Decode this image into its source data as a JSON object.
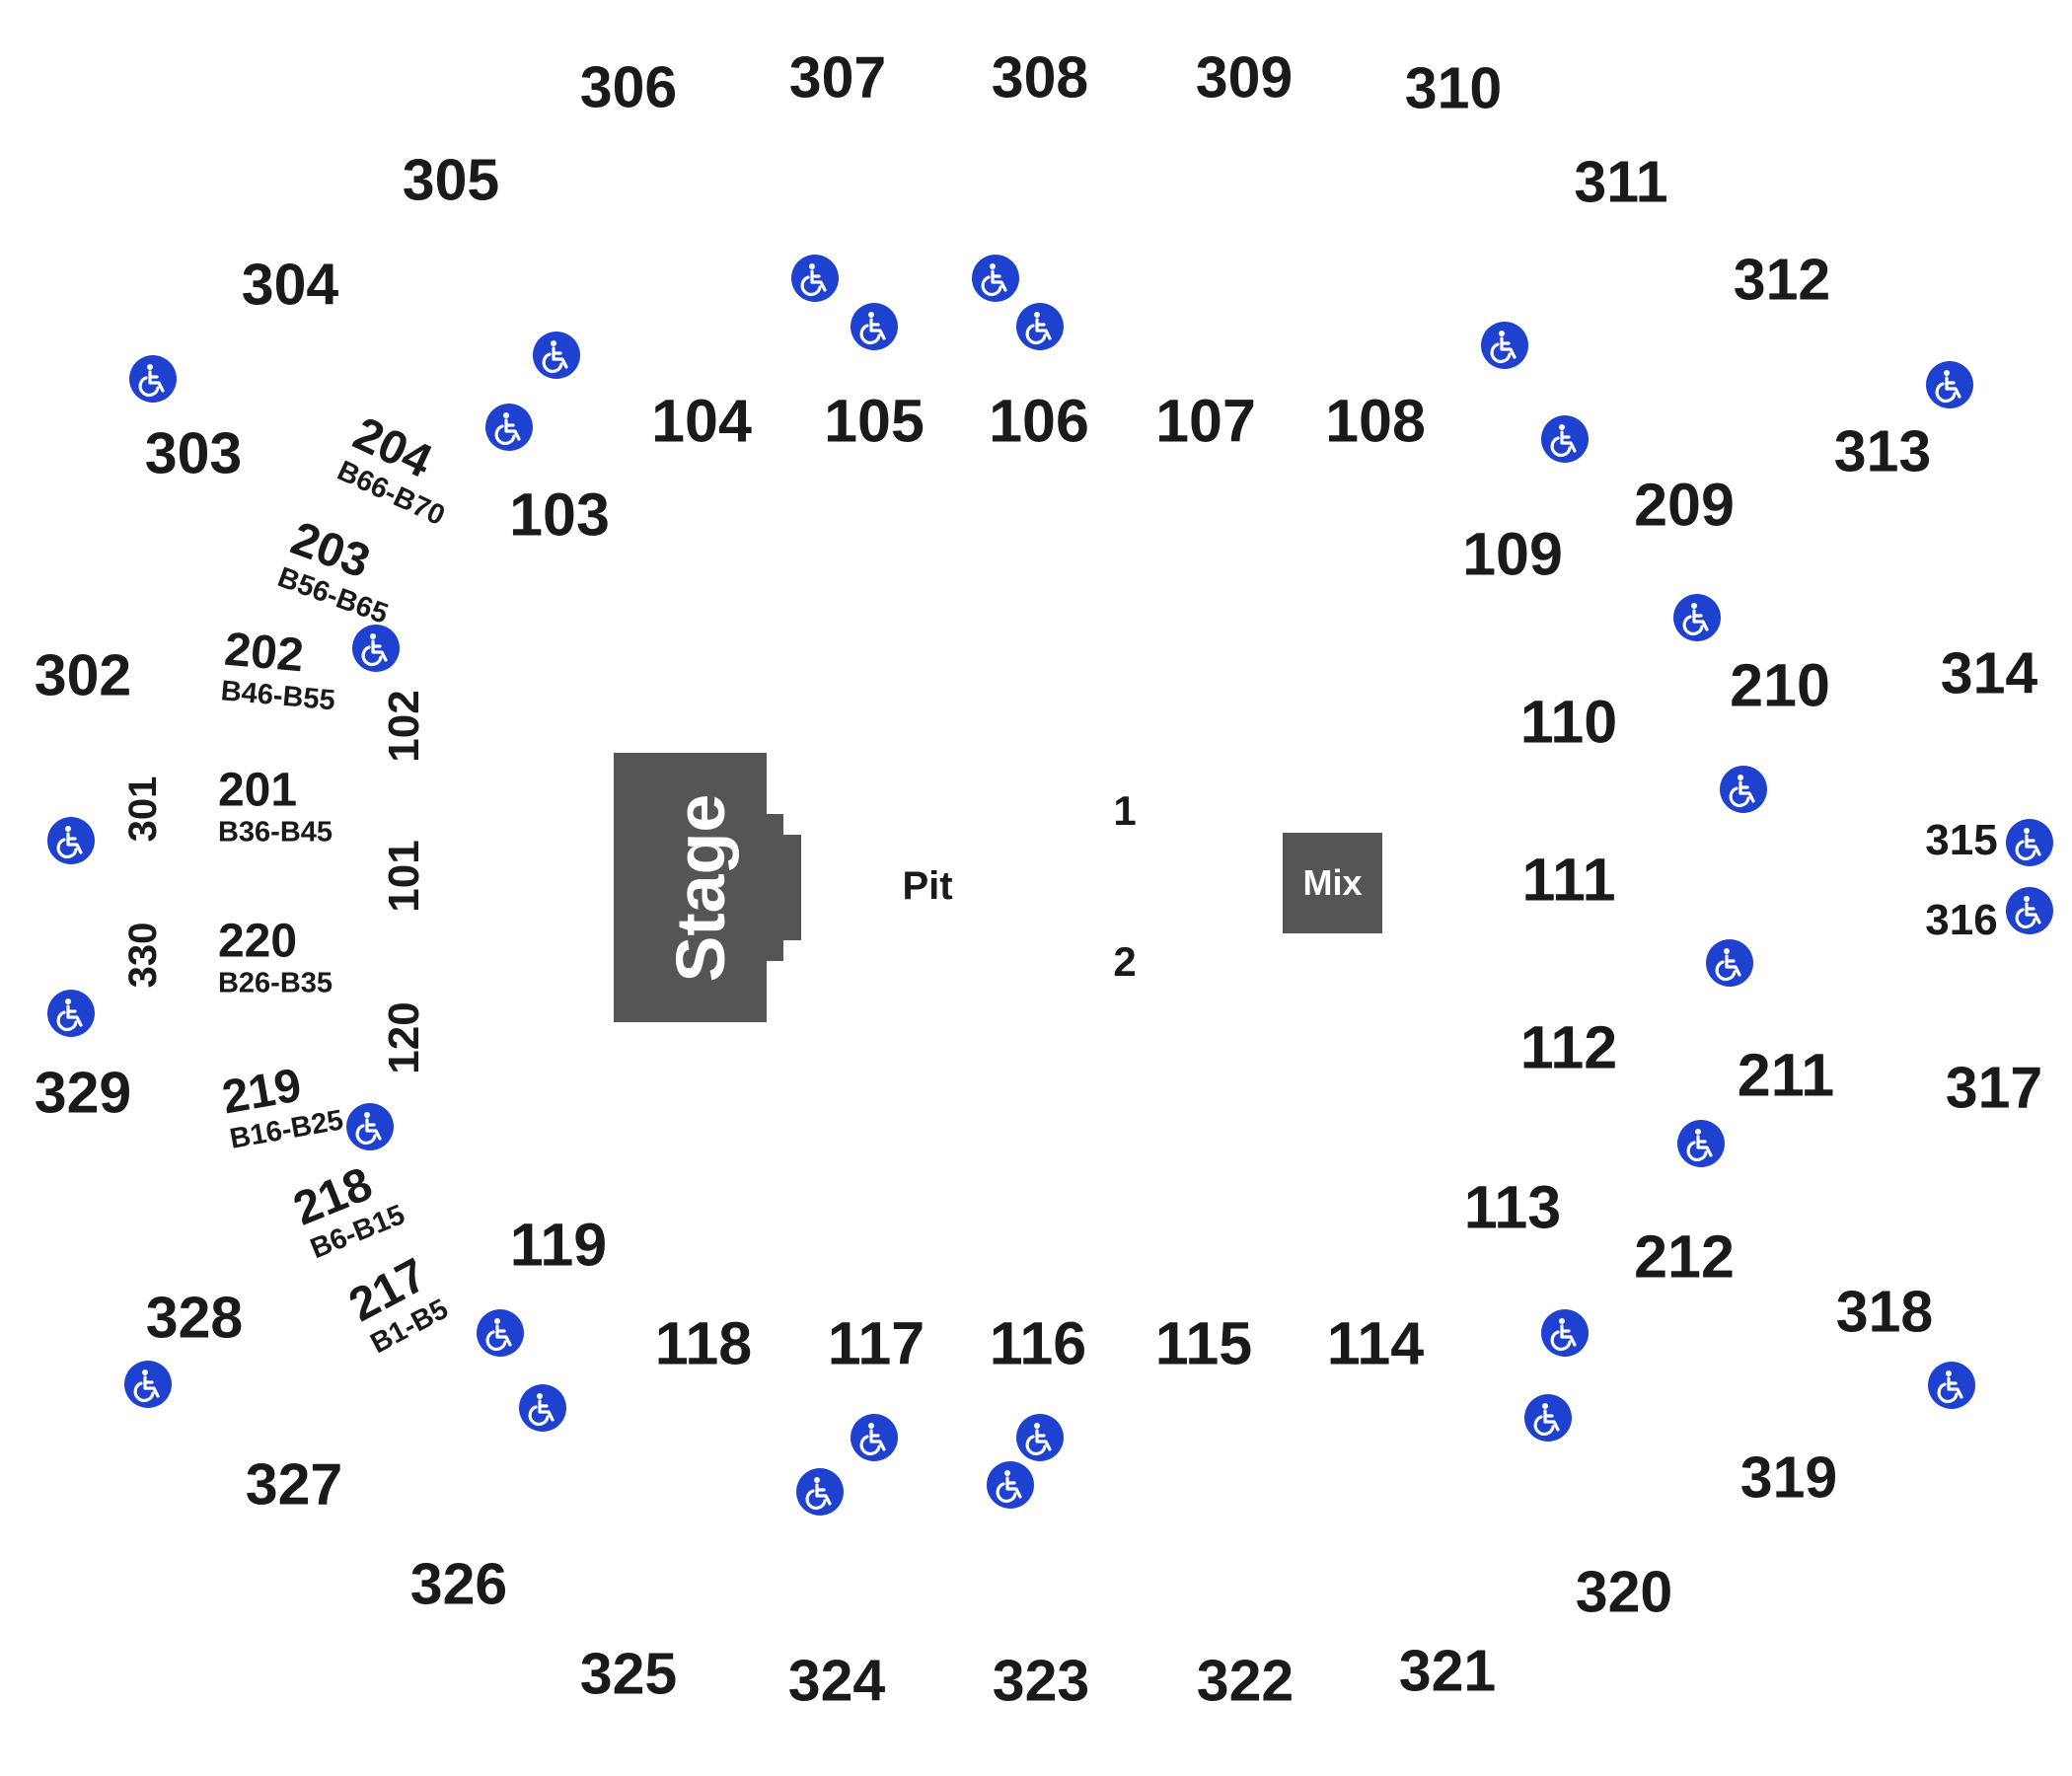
{
  "colors": {
    "wheelchair": "#1f41d0",
    "stage": "#555555",
    "mix": "#555555",
    "text": "#1a1a1a"
  },
  "icons": {
    "wheelchair": "wheelchair-accessible-icon"
  },
  "stage_label": "Stage",
  "pit_label": "Pit",
  "mix_label": "Mix",
  "floor_sections": [
    "1",
    "2"
  ],
  "lower_bowl": [
    "101",
    "102",
    "103",
    "104",
    "105",
    "106",
    "107",
    "108",
    "109",
    "110",
    "111",
    "112",
    "113",
    "114",
    "115",
    "116",
    "117",
    "118",
    "119",
    "120"
  ],
  "mid_boxes": [
    {
      "id": "201",
      "rows": "B36-B45"
    },
    {
      "id": "202",
      "rows": "B46-B55"
    },
    {
      "id": "203",
      "rows": "B56-B65"
    },
    {
      "id": "204",
      "rows": "B66-B70"
    },
    {
      "id": "217",
      "rows": "B1-B5"
    },
    {
      "id": "218",
      "rows": "B6-B15"
    },
    {
      "id": "219",
      "rows": "B16-B25"
    },
    {
      "id": "220",
      "rows": "B26-B35"
    }
  ],
  "mid_right": [
    "209",
    "210",
    "211",
    "212"
  ],
  "upper_bowl": [
    "301",
    "302",
    "303",
    "304",
    "305",
    "306",
    "307",
    "308",
    "309",
    "310",
    "311",
    "312",
    "313",
    "314",
    "315",
    "316",
    "317",
    "318",
    "319",
    "320",
    "321",
    "322",
    "323",
    "324",
    "325",
    "326",
    "327",
    "328",
    "329",
    "330"
  ]
}
